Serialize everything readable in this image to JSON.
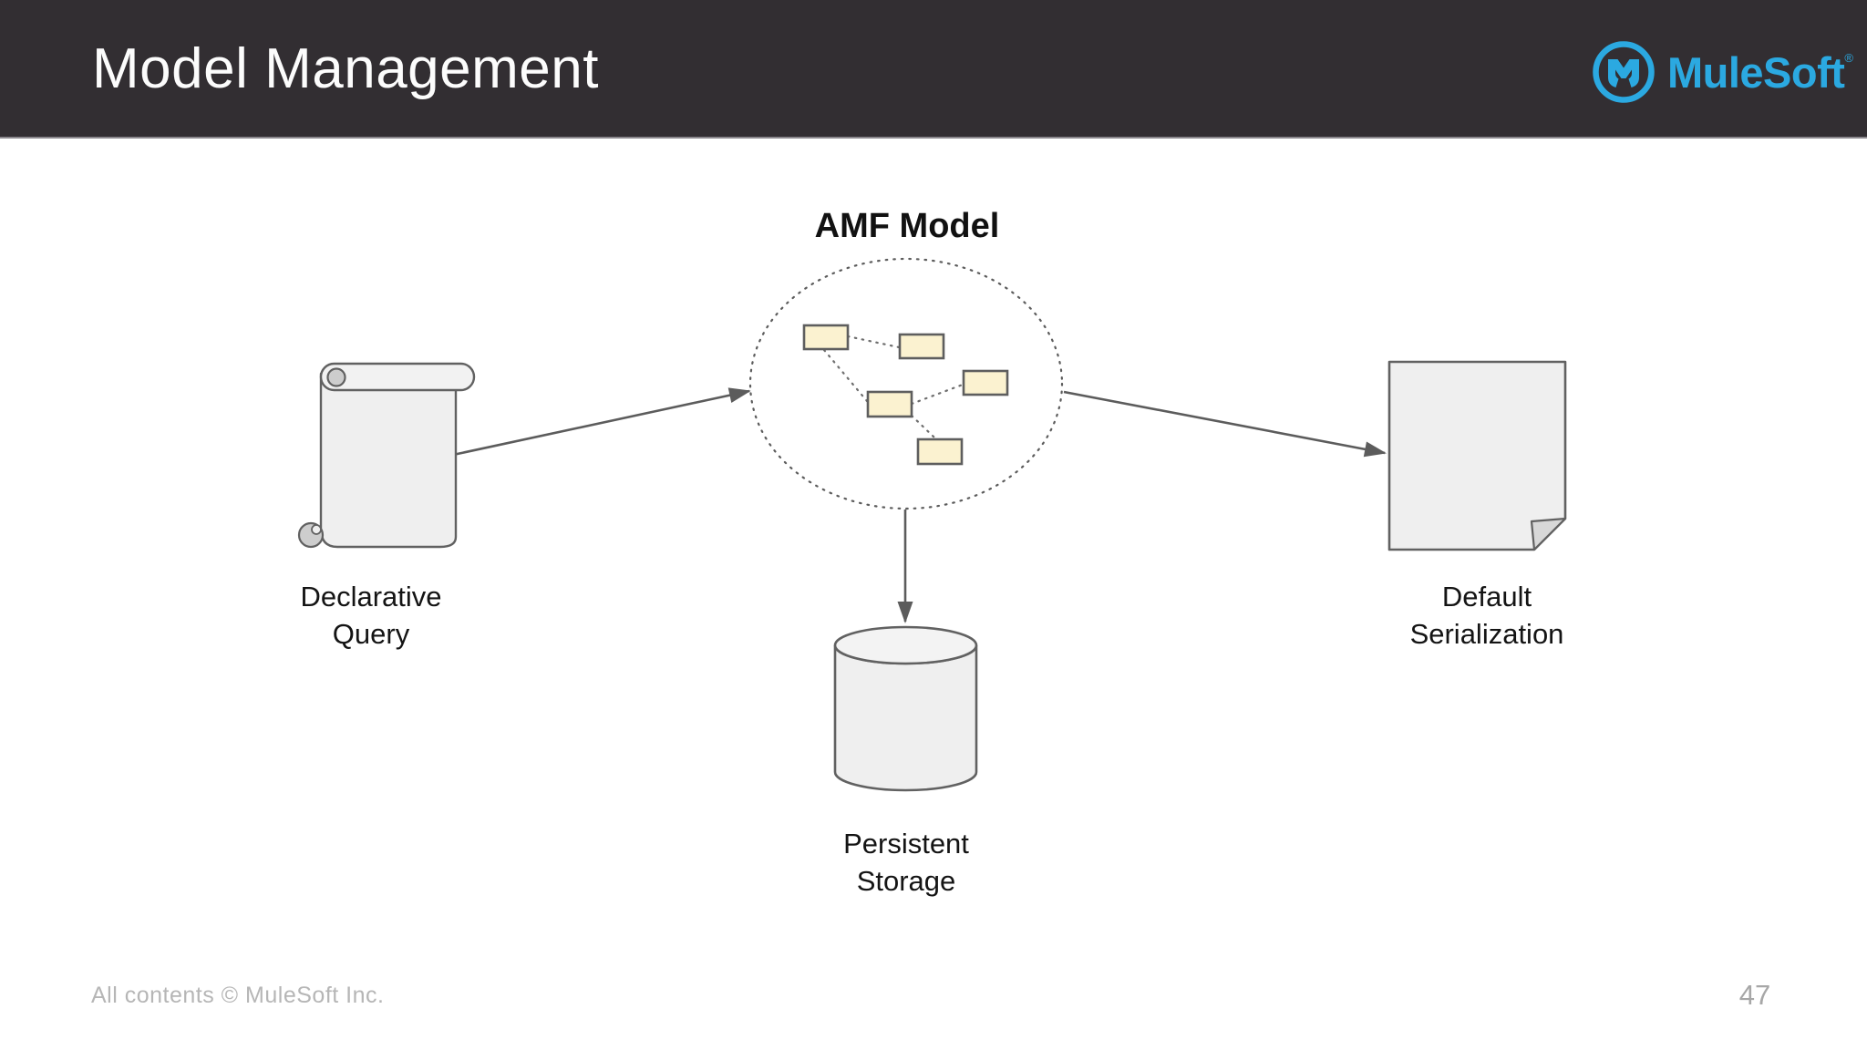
{
  "header": {
    "title": "Model Management",
    "logo": {
      "text": "MuleSoft",
      "registered_mark": "®"
    }
  },
  "diagram": {
    "nodes": [
      {
        "id": "declarative-query",
        "shape": "scroll",
        "label": "Declarative\nQuery"
      },
      {
        "id": "amf-model",
        "shape": "dotted-ellipse",
        "label": "AMF Model",
        "inner_box_count": 5
      },
      {
        "id": "persistent-storage",
        "shape": "cylinder",
        "label": "Persistent\nStorage"
      },
      {
        "id": "default-serialization",
        "shape": "folded-document",
        "label": "Default\nSerialization"
      }
    ],
    "edges": [
      {
        "from": "declarative-query",
        "to": "amf-model",
        "style": "solid-arrow"
      },
      {
        "from": "amf-model",
        "to": "default-serialization",
        "style": "solid-arrow"
      },
      {
        "from": "amf-model",
        "to": "persistent-storage",
        "style": "solid-arrow"
      }
    ]
  },
  "footer": {
    "copyright": "All contents © MuleSoft Inc.",
    "page_number": "47"
  },
  "colors": {
    "header_bg": "#322E32",
    "brand_blue": "#2BA9E1",
    "shape_fill": "#EFEFEF",
    "shape_stroke": "#616161",
    "model_box_fill": "#FBF2D0",
    "label_text": "#141414",
    "footer_text": "#B6B6B6"
  }
}
